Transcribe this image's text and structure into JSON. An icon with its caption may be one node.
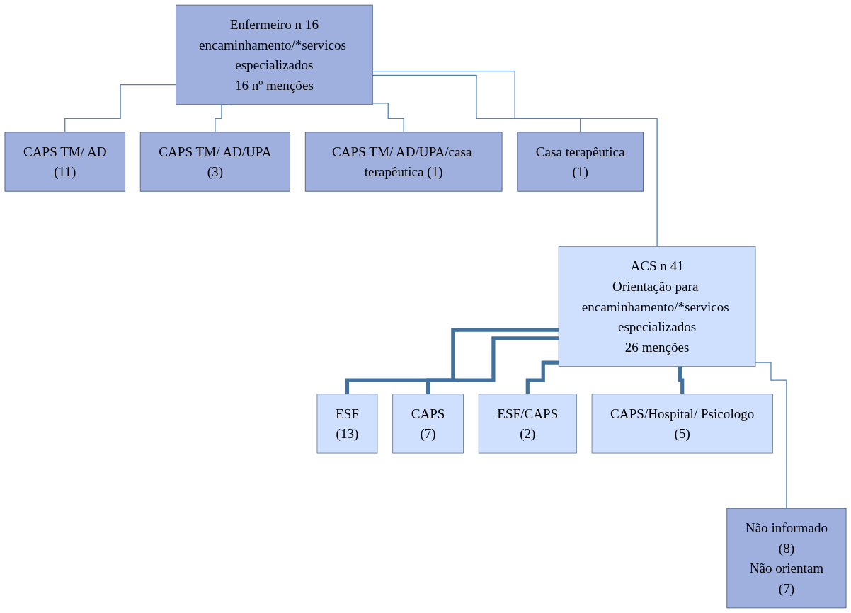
{
  "diagram": {
    "nodes": [
      {
        "text": [
          "Enfermeiro n 16",
          "encaminhamento/*servicos especializados",
          "16 nº menções"
        ]
      },
      {
        "text": [
          "CAPS TM/ AD",
          "(11)"
        ]
      },
      {
        "text": [
          "CAPS TM/ AD/UPA",
          "(3)"
        ]
      },
      {
        "text": [
          "CAPS TM/ AD/UPA/casa terapêutica (1)"
        ]
      },
      {
        "text": [
          "Casa terapêutica",
          "(1)"
        ]
      },
      {
        "text": [
          "ACS n 41",
          "Orientação para encaminhamento/*servicos especializados",
          "26 menções"
        ]
      },
      {
        "text": [
          "ESF",
          "(13)"
        ]
      },
      {
        "text": [
          "CAPS",
          "(7)"
        ]
      },
      {
        "text": [
          "ESF/CAPS",
          "(2)"
        ]
      },
      {
        "text": [
          "CAPS/Hospital/ Psicologo",
          "(5)"
        ]
      },
      {
        "text": [
          "Não informado",
          "(8)",
          "Não orientam",
          "(7)"
        ]
      }
    ],
    "edges": [
      {
        "from": 0,
        "to": 1,
        "arrow": "none"
      },
      {
        "from": 0,
        "to": 2,
        "arrow": "none"
      },
      {
        "from": 0,
        "to": 3,
        "arrow": "none"
      },
      {
        "from": 0,
        "to": 4,
        "arrow": "none"
      },
      {
        "from": 0,
        "to": 5,
        "arrow": "none"
      },
      {
        "from": 5,
        "to": 6,
        "arrow": "none",
        "style": "thick"
      },
      {
        "from": 5,
        "to": 7,
        "arrow": "none",
        "style": "thick"
      },
      {
        "from": 5,
        "to": 8,
        "arrow": "none",
        "style": "thick"
      },
      {
        "from": 5,
        "to": 9,
        "arrow": "none",
        "style": "thick"
      },
      {
        "from": 5,
        "to": 10,
        "arrow": "none"
      }
    ]
  }
}
